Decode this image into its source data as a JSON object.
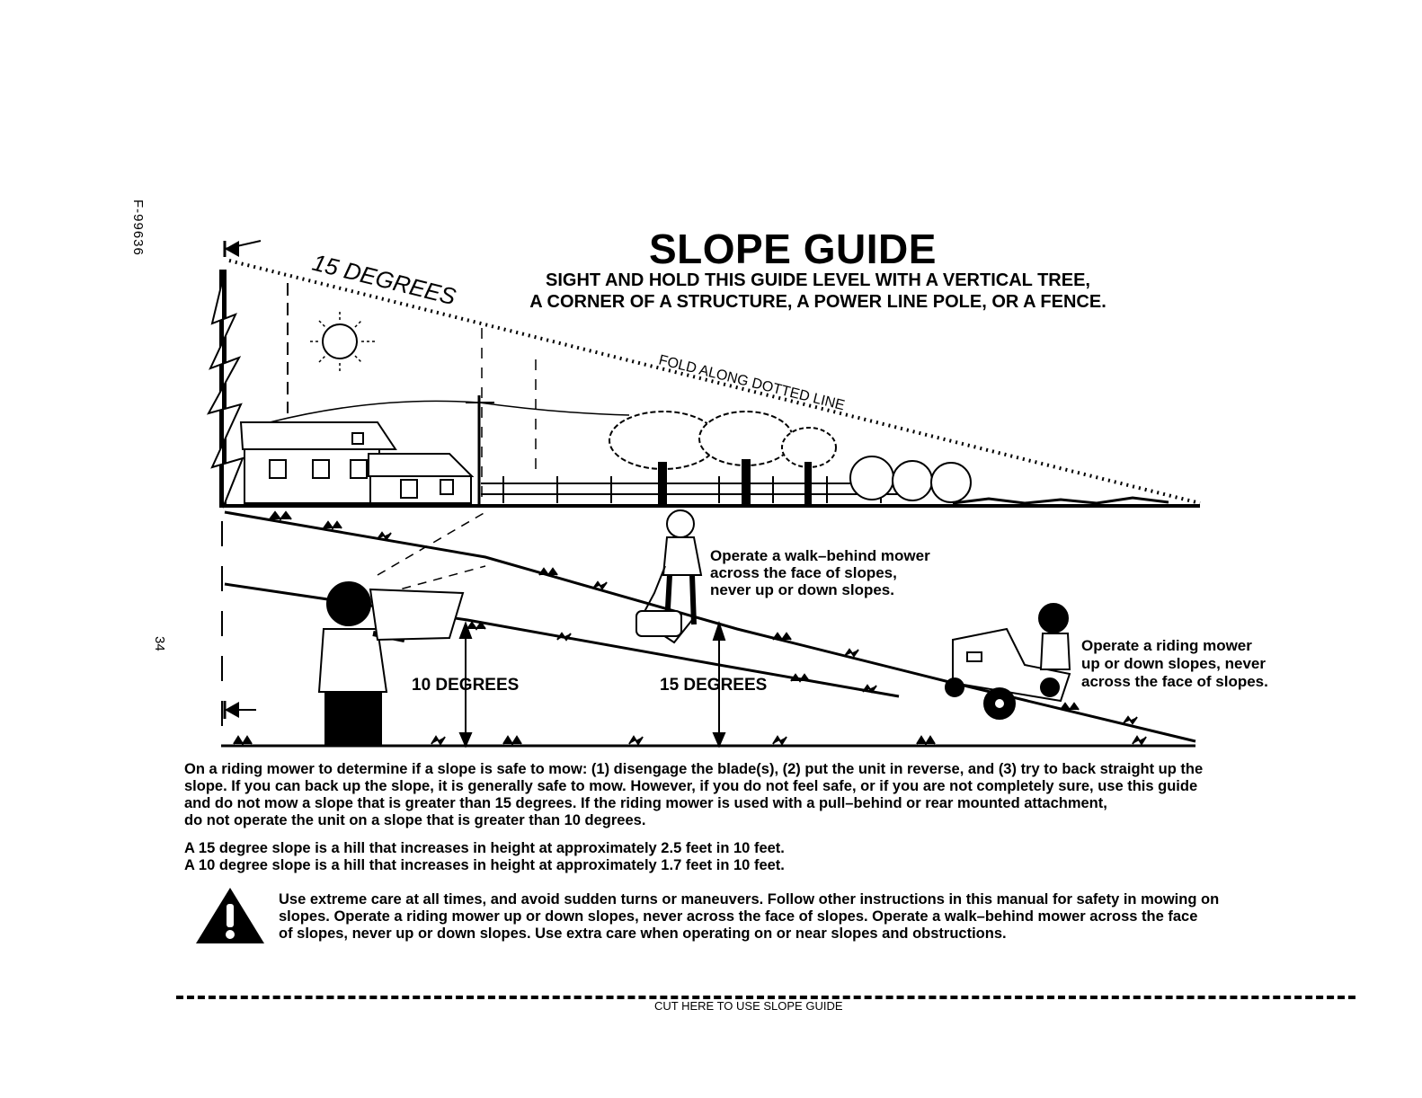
{
  "side_code": "F-99636",
  "page_number": "34",
  "title": "SLOPE GUIDE",
  "subtitle": [
    "SIGHT AND HOLD THIS GUIDE LEVEL WITH A VERTICAL TREE,",
    "A CORNER OF A STRUCTURE, A POWER LINE POLE, OR A FENCE."
  ],
  "illustration": {
    "top_angle_label": "15 DEGREES",
    "fold_label": "FOLD ALONG DOTTED LINE",
    "walk_behind_note": [
      "Operate a walk–behind mower",
      "across the face of slopes,",
      "never up or down slopes."
    ],
    "riding_note": [
      "Operate a riding mower",
      "up or down slopes, never",
      "across the face of slopes."
    ],
    "slope_label_10": "10 DEGREES",
    "slope_label_15": "15 DEGREES"
  },
  "main_paragraph": [
    "On a riding mower to determine if a slope is safe to mow: (1) disengage the blade(s), (2) put the unit in reverse, and (3) try to back straight up the",
    "slope. If you can back up the slope, it is generally safe to mow. However, if you do not feel safe, or if you are not completely sure, use this guide",
    "and do not mow a slope that is greater than 15 degrees. If the riding mower is used with a pull–behind or rear mounted attachment,",
    "do not operate the unit on a slope that is greater than 10 degrees."
  ],
  "facts": [
    "A 15 degree slope is a hill that increases in height at approximately 2.5 feet in 10 feet.",
    "A 10 degree slope is a hill that increases in height at approximately 1.7 feet in 10 feet."
  ],
  "warning": [
    "Use extreme care at all times, and avoid sudden turns or maneuvers. Follow other instructions in this manual for safety in mowing on",
    "slopes. Operate a riding mower up or down slopes, never across the face of slopes. Operate a walk–behind mower across the face",
    "of slopes, never up or down slopes. Use extra care when operating on or near slopes and obstructions."
  ],
  "cut_label": "CUT HERE TO USE SLOPE GUIDE"
}
